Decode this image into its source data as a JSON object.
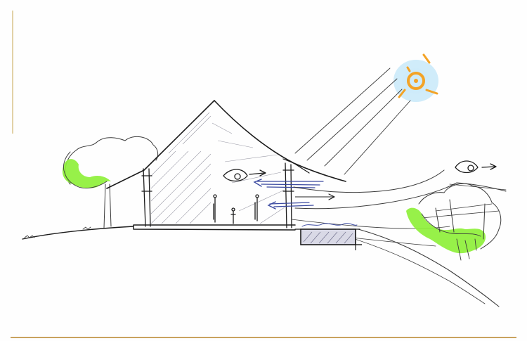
{
  "sketch": {
    "colors": {
      "paper": "#fefefe",
      "ink": "#1b1b1b",
      "pencil": "#3a3a3a",
      "highlight_green": "#8ef03a",
      "sun_orange": "#f3a326",
      "sun_glow": "#a9dcf5",
      "water_blue": "#3b4aa0"
    },
    "elements": [
      "sun-icon",
      "sun-rays",
      "house-section",
      "people-figures",
      "eye-icon",
      "view-arrows",
      "tree-left",
      "tree-right",
      "terrain",
      "basement-pool"
    ]
  }
}
